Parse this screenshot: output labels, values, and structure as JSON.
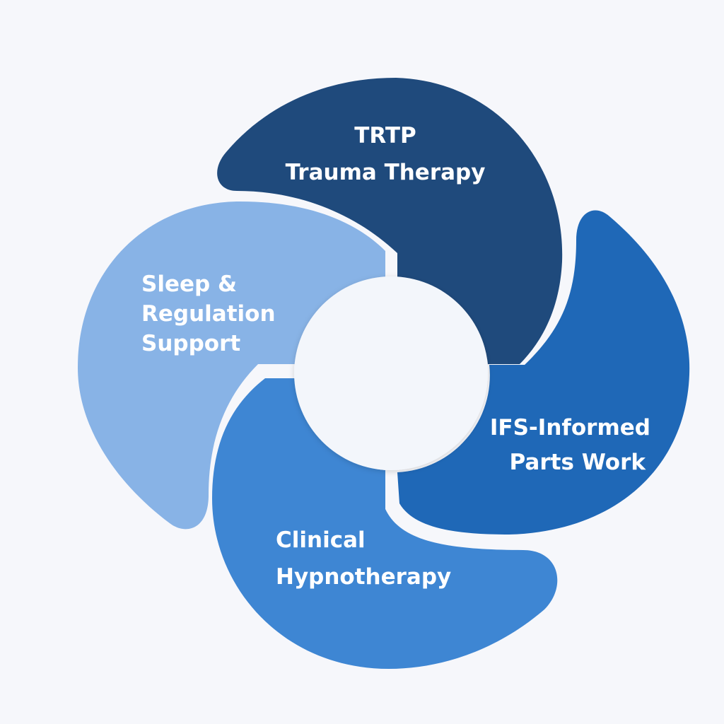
{
  "diagram": {
    "segments": [
      {
        "id": "trtp",
        "lines": [
          "TRTP",
          "Trauma Therapy"
        ],
        "color": "#1f4a7c"
      },
      {
        "id": "ifs",
        "lines": [
          "IFS-Informed",
          "Parts Work"
        ],
        "color": "#1f68b7"
      },
      {
        "id": "hypno",
        "lines": [
          "Clinical",
          "Hypnotherapy"
        ],
        "color": "#3e86d3"
      },
      {
        "id": "sleep",
        "lines": [
          "Sleep &",
          "Regulation",
          "Support"
        ],
        "color": "#88b3e6"
      }
    ],
    "center_color": "#f3f6fb"
  }
}
